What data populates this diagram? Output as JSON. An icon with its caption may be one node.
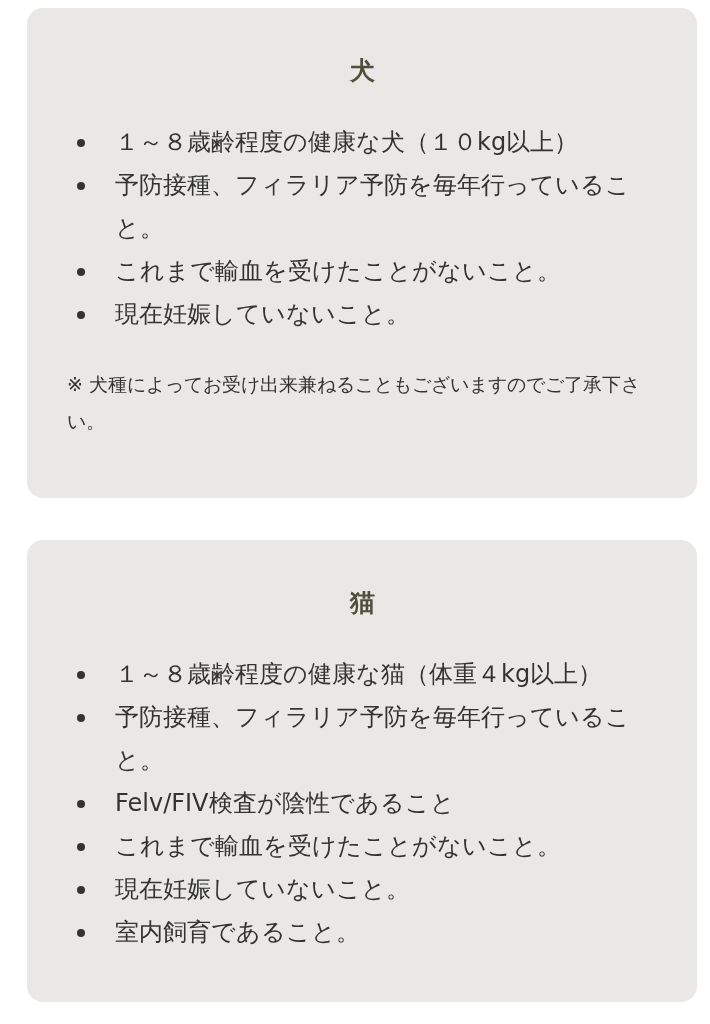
{
  "diagram": {
    "nodes": [
      {
        "text": [
          "犬",
          "１～８歳齢程度の健康な犬（１０kg以上）",
          "予防接種、フィラリア予防を毎年行っていること。",
          "これまで輸血を受けたことがないこと。",
          "現在妊娠していないこと。"
        ]
      },
      {
        "text": [
          "※ 犬種によってお受け出来兼ねることもございますのでご了承下さい。"
        ],
        "in": 0
      },
      {
        "text": [
          "猫",
          "１～８歳齢程度の健康な猫（体重４kg以上）",
          "予防接種、フィラリア予防を毎年行っていること。",
          "Felv/FIV検査が陰性であること",
          "これまで輸血を受けたことがないこと。",
          "現在妊娠していないこと。",
          "室内飼育であること。"
        ]
      }
    ]
  }
}
